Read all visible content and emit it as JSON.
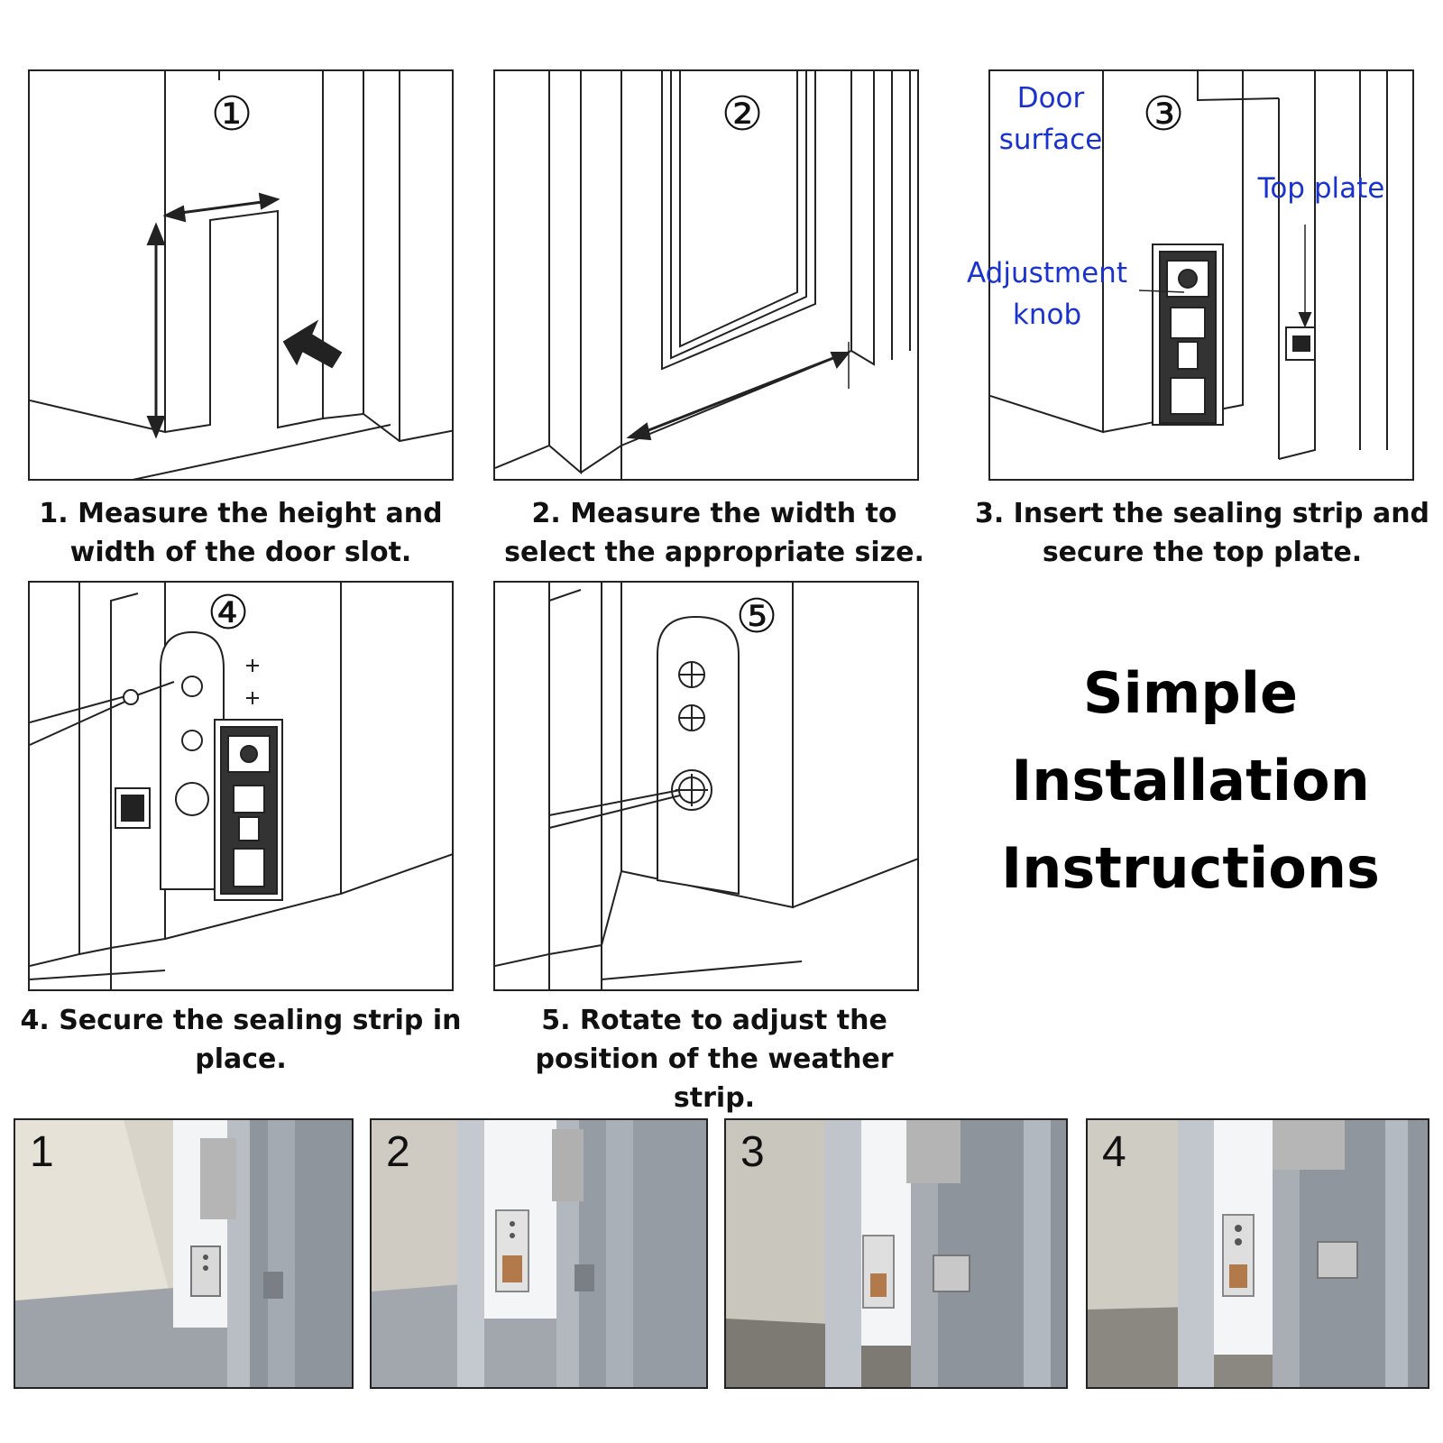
{
  "steps": [
    {
      "num": "①",
      "caption_line1": "1. Measure the height and",
      "caption_line2": "width of the door slot."
    },
    {
      "num": "②",
      "caption_line1": "2. Measure the width to",
      "caption_line2": "select the appropriate size."
    },
    {
      "num": "③",
      "caption_line1": "3. Insert the sealing strip and",
      "caption_line2": "secure the top plate."
    },
    {
      "num": "④",
      "caption_line1": "4. Secure the sealing strip in",
      "caption_line2": "place."
    },
    {
      "num": "⑤",
      "caption_line1": "5. Rotate to adjust the",
      "caption_line2": "position of the weather strip."
    }
  ],
  "labels": {
    "door_surface_1": "Door",
    "door_surface_2": "surface",
    "top_plate": "Top plate",
    "adjustment_knob_1": "Adjustment",
    "adjustment_knob_2": "knob"
  },
  "title": {
    "line1": "Simple",
    "line2": "Installation",
    "line3": "Instructions"
  },
  "photos": [
    "1",
    "2",
    "3",
    "4"
  ],
  "colors": {
    "label_blue": "#1a33cc",
    "line": "#222222",
    "photo_floor": "#9aa0a8",
    "photo_frame": "#a9b0b8"
  }
}
